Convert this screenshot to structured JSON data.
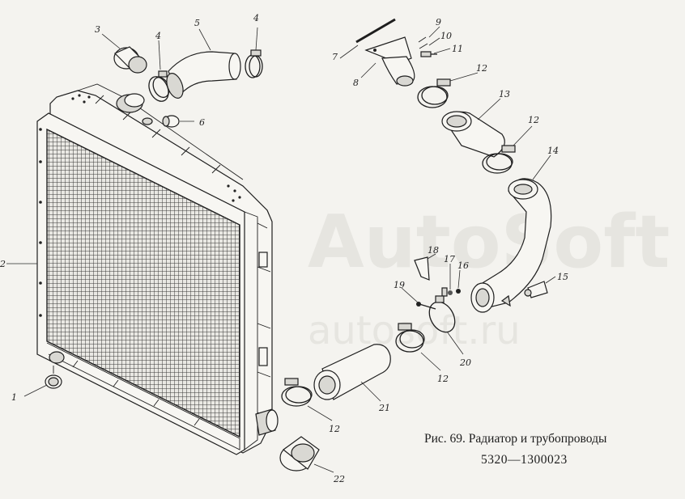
{
  "caption": {
    "title": "Рис. 69. Радиатор и трубопроводы",
    "code": "5320—1300023"
  },
  "labels": {
    "l1": "1",
    "l2": "2",
    "l3": "3",
    "l4a": "4",
    "l4b": "4",
    "l5": "5",
    "l6": "6",
    "l7": "7",
    "l8": "8",
    "l9": "9",
    "l10": "10",
    "l11": "11",
    "l12a": "12",
    "l12b": "12",
    "l12c": "12",
    "l12d": "12",
    "l13": "13",
    "l14": "14",
    "l15": "15",
    "l16": "16",
    "l17": "17",
    "l18": "18",
    "l19": "19",
    "l20": "20",
    "l21": "21",
    "l22": "22"
  }
}
